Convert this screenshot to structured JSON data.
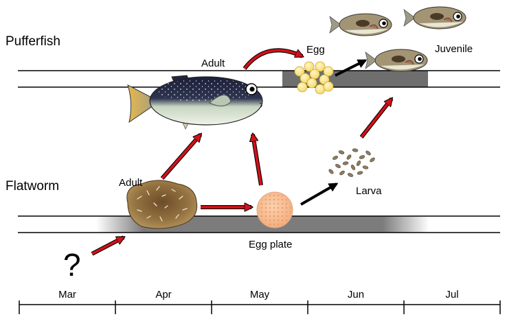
{
  "rows": {
    "pufferfish": {
      "label": "Pufferfish",
      "stages": {
        "adult": "Adult",
        "egg": "Egg",
        "juvenile": "Juvenile"
      }
    },
    "flatworm": {
      "label": "Flatworm",
      "stages": {
        "adult": "Adult",
        "egg_plate": "Egg plate",
        "larva": "Larva"
      }
    }
  },
  "unknown_origin": "?",
  "timeline": {
    "months": [
      "Mar",
      "Apr",
      "May",
      "Jun",
      "Jul"
    ]
  },
  "colors": {
    "red_arrow": "#d4101a",
    "black_arrow": "#000000",
    "band": "#6e6e6e",
    "egg_yellow": "#fbe27a",
    "egg_plate": "#f7b98c",
    "flatworm_body": "#9a7748",
    "fish_back": "#1c1f38",
    "fish_belly": "#e9f0df",
    "fish_tail": "#e2b04d",
    "juvenile_body": "#a39474"
  }
}
